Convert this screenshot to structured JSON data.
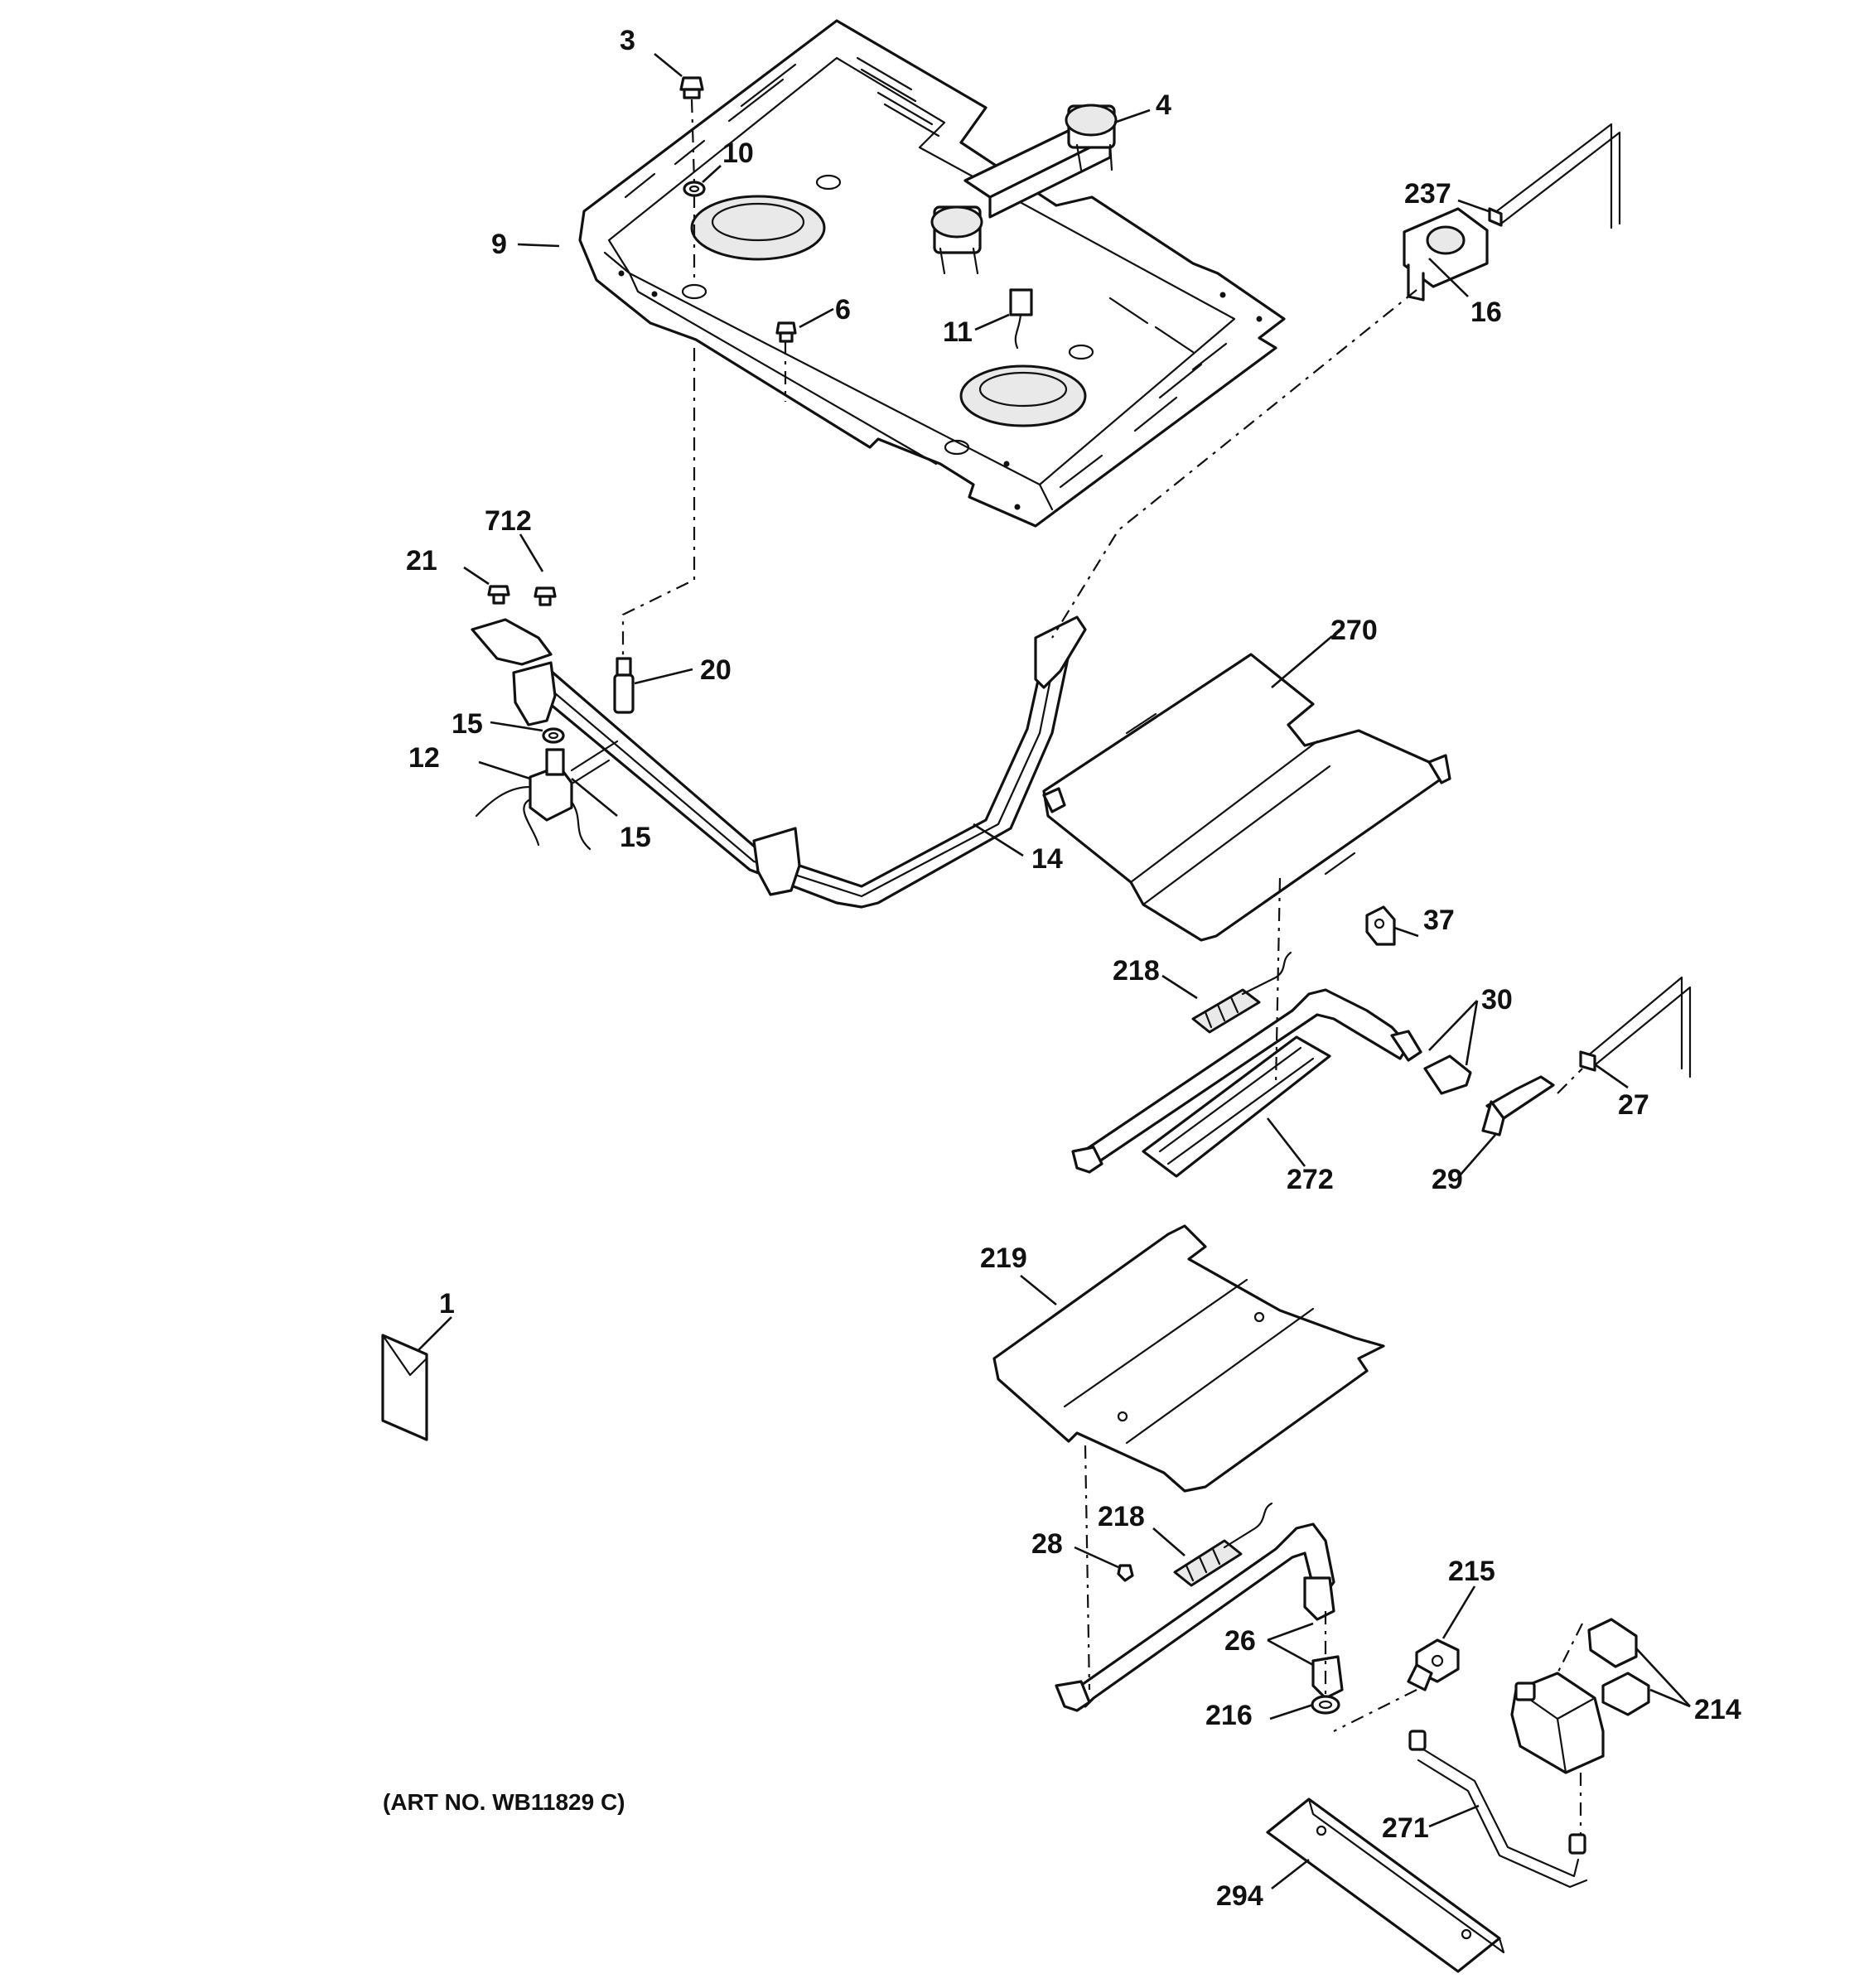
{
  "callouts": {
    "c3": "3",
    "c4": "4",
    "c10": "10",
    "c237": "237",
    "c9": "9",
    "c16": "16",
    "c6": "6",
    "c11": "11",
    "c712": "712",
    "c21": "21",
    "c270": "270",
    "c20": "20",
    "c15a": "15",
    "c12": "12",
    "c15b": "15",
    "c14": "14",
    "c37": "37",
    "c218a": "218",
    "c30": "30",
    "c27": "27",
    "c272": "272",
    "c29": "29",
    "c219": "219",
    "c1": "1",
    "c218b": "218",
    "c28": "28",
    "c215": "215",
    "c26": "26",
    "c216": "216",
    "c214": "214",
    "c271": "271",
    "c294": "294"
  },
  "art_number": "(ART NO. WB11829 C)"
}
